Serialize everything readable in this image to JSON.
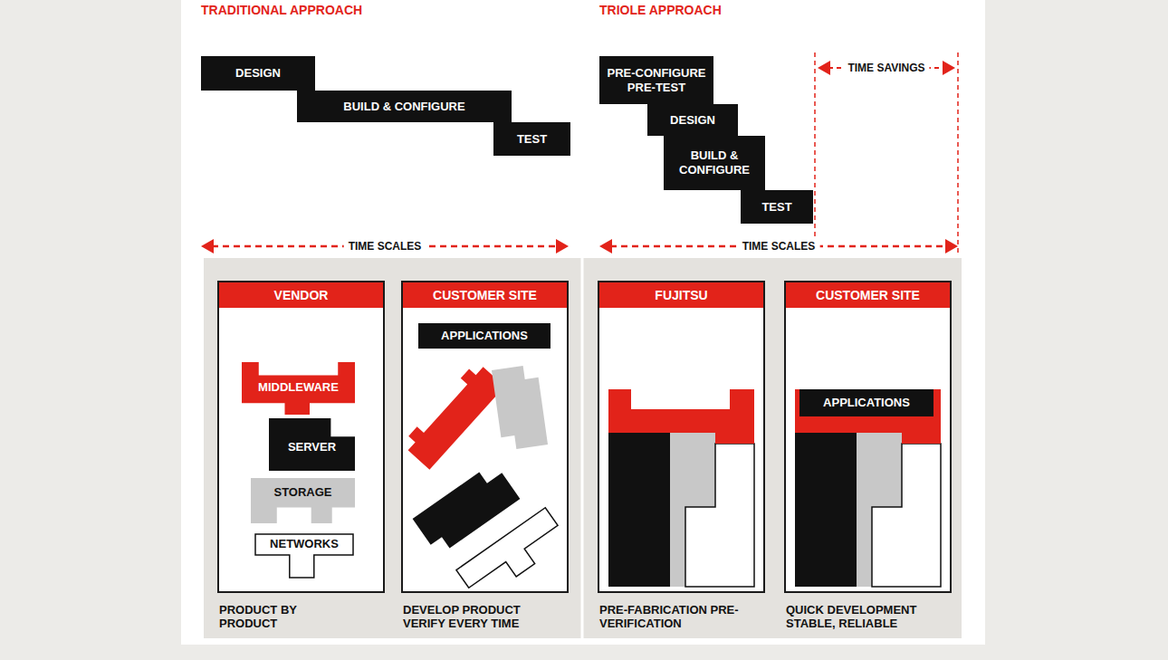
{
  "diagram": {
    "nodes": [
      {
        "text": [
          "DESIGN"
        ]
      },
      {
        "text": [
          "BUILD & CONFIGURE"
        ]
      },
      {
        "text": [
          "TEST"
        ]
      },
      {
        "text": [
          "PRE-CONFIGURE PRE-TEST"
        ]
      },
      {
        "text": [
          "DESIGN"
        ]
      },
      {
        "text": [
          "BUILD & CONFIGURE"
        ]
      },
      {
        "text": [
          "TEST"
        ]
      },
      {
        "text": [
          "VENDOR"
        ]
      },
      {
        "text": [
          "MIDDLEWARE"
        ],
        "in": 7
      },
      {
        "text": [
          "SERVER"
        ],
        "in": 7
      },
      {
        "text": [
          "STORAGE"
        ],
        "in": 7
      },
      {
        "text": [
          "NETWORKS"
        ],
        "in": 7
      },
      {
        "text": [
          "CUSTOMER SITE"
        ]
      },
      {
        "text": [
          "APPLICATIONS"
        ],
        "in": 12
      },
      {
        "text": [
          "FUJITSU"
        ]
      },
      {
        "text": [
          "CUSTOMER SITE"
        ]
      },
      {
        "text": [
          "APPLICATIONS"
        ],
        "in": 15
      }
    ],
    "labels": [
      "TRADITIONAL APPROACH",
      "TRIOLE APPROACH",
      "TIME SAVINGS",
      "TIME SCALES",
      "TIME SCALES",
      "PRODUCT BY PRODUCT",
      "DEVELOP PRODUCT VERIFY EVERY TIME",
      "PRE-FABRICATION PRE-VERIFICATION",
      "QUICK DEVELOPMENT STABLE, RELIABLE"
    ]
  }
}
